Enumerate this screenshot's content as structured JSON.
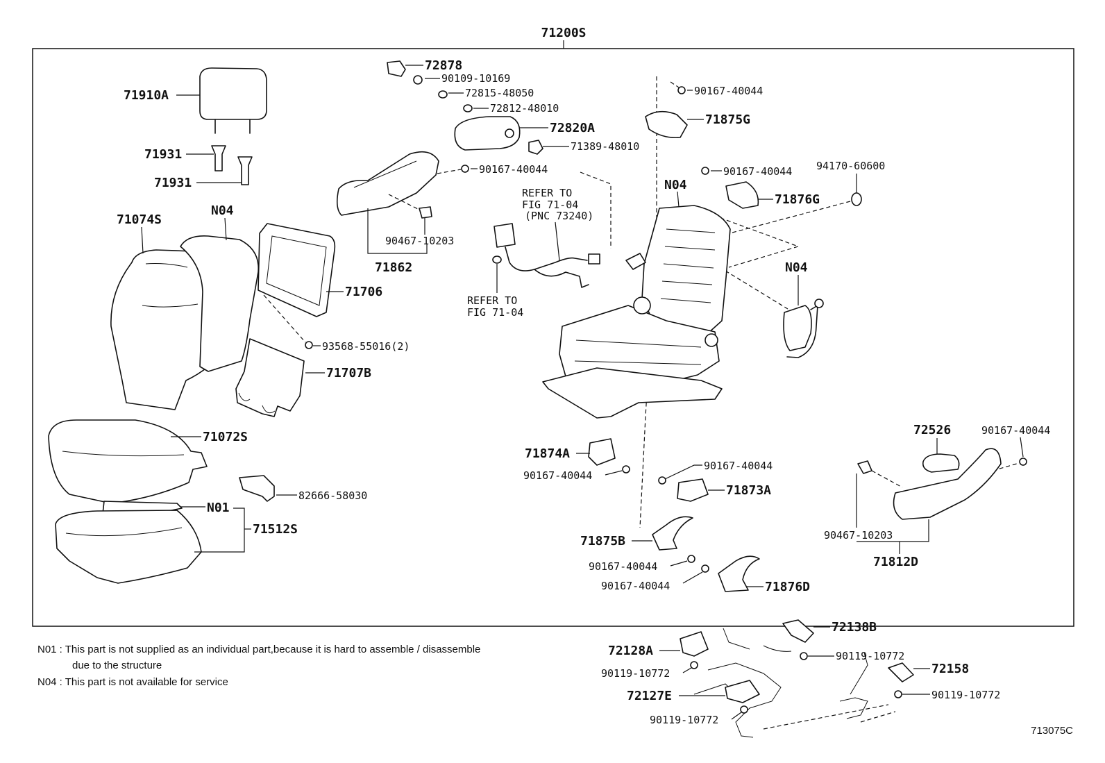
{
  "diagram": {
    "assembly": "71200S",
    "labels": {
      "l71910A": "71910A",
      "l71931a": "71931",
      "l71931b": "71931",
      "l71074S": "71074S",
      "lN04a": "N04",
      "l71706": "71706",
      "l93568": "93568-55016(2)",
      "l71707B": "71707B",
      "l71072S": "71072S",
      "l82666": "82666-58030",
      "lN01": "N01",
      "l71512S": "71512S",
      "l72878": "72878",
      "l90109": "90109-10169",
      "l72815": "72815-48050",
      "l72812": "72812-48010",
      "l72820A": "72820A",
      "l71389": "71389-48010",
      "l90167a": "90167-40044",
      "l90467a": "90467-10203",
      "l71862": "71862",
      "l90167b": "90167-40044",
      "l71875G": "71875G",
      "l90167c": "90167-40044",
      "l94170": "94170-60600",
      "lN04b": "N04",
      "l71876G": "71876G",
      "lN04c": "N04",
      "l71874A": "71874A",
      "l90167d": "90167-40044",
      "l90167e": "90167-40044",
      "l71873A": "71873A",
      "l71875B": "71875B",
      "l90167f": "90167-40044",
      "l90167g": "90167-40044",
      "l71876D": "71876D",
      "l72526": "72526",
      "l90167h": "90167-40044",
      "l90467b": "90467-10203",
      "l71812D": "71812D",
      "l72138B": "72138B",
      "l72128A": "72128A",
      "l90119a": "90119-10772",
      "l90119b": "90119-10772",
      "l72158": "72158",
      "l72127E": "72127E",
      "l90119c": "90119-10772",
      "l90119d": "90119-10772"
    },
    "refer_top": [
      "REFER TO",
      "FIG 71-04",
      "(PNC 73240)"
    ],
    "refer_bottom": [
      "REFER TO",
      "FIG 71-04"
    ],
    "notes": [
      "N01 : This part is not supplied as an individual part,because it is hard to assemble / disassemble",
      "due to the structure",
      "N04 : This part is not available for service"
    ],
    "figure_id": "713075C"
  }
}
